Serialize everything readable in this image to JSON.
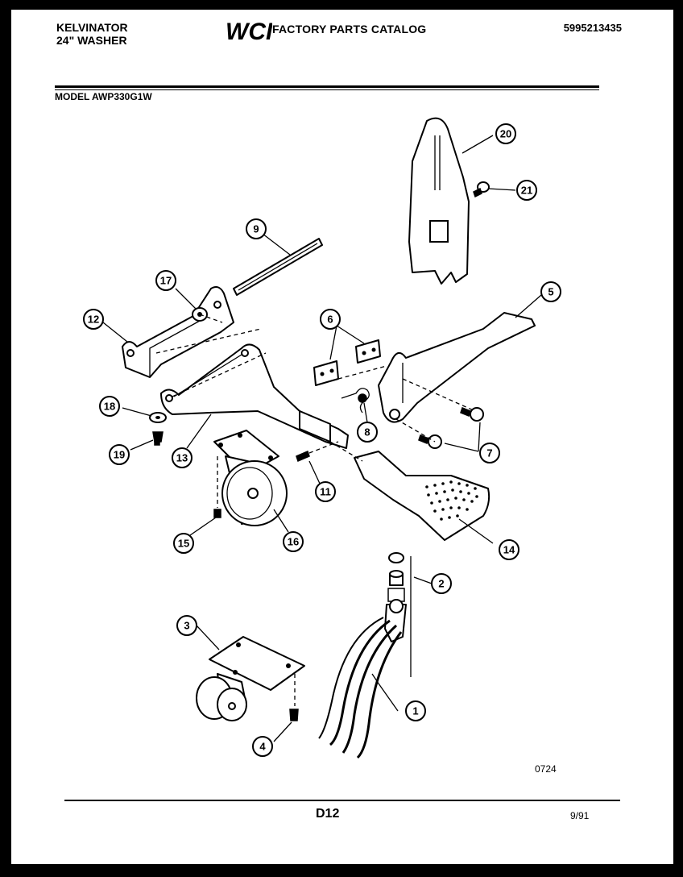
{
  "header": {
    "brand": "KELVINATOR",
    "product": "24\" WASHER",
    "catalog_title": "FACTORY PARTS CATALOG",
    "logo_text": "WCI",
    "part_number": "5995213435",
    "model": "MODEL AWP330G1W"
  },
  "footer": {
    "figure_code": "0724",
    "page_code": "D12",
    "date": "9/91"
  },
  "callouts": [
    {
      "id": "c1",
      "label": "1"
    },
    {
      "id": "c2",
      "label": "2"
    },
    {
      "id": "c3",
      "label": "3"
    },
    {
      "id": "c4",
      "label": "4"
    },
    {
      "id": "c5",
      "label": "5"
    },
    {
      "id": "c6",
      "label": "6"
    },
    {
      "id": "c7",
      "label": "7"
    },
    {
      "id": "c8",
      "label": "8"
    },
    {
      "id": "c9",
      "label": "9"
    },
    {
      "id": "c11",
      "label": "11"
    },
    {
      "id": "c12",
      "label": "12"
    },
    {
      "id": "c13",
      "label": "13"
    },
    {
      "id": "c14",
      "label": "14"
    },
    {
      "id": "c15",
      "label": "15"
    },
    {
      "id": "c16",
      "label": "16"
    },
    {
      "id": "c17",
      "label": "17"
    },
    {
      "id": "c18",
      "label": "18"
    },
    {
      "id": "c19",
      "label": "19"
    },
    {
      "id": "c20",
      "label": "20"
    },
    {
      "id": "c21",
      "label": "21"
    }
  ]
}
